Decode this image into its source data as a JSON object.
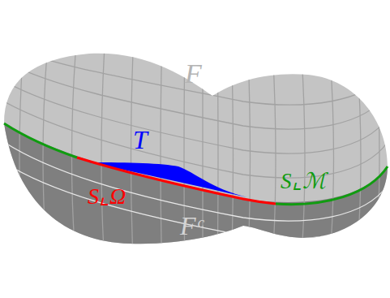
{
  "diagram": {
    "labels": [
      "F",
      "T",
      "S⌞Ω",
      "S⌞ℳ",
      "Fᶜ"
    ]
  }
}
